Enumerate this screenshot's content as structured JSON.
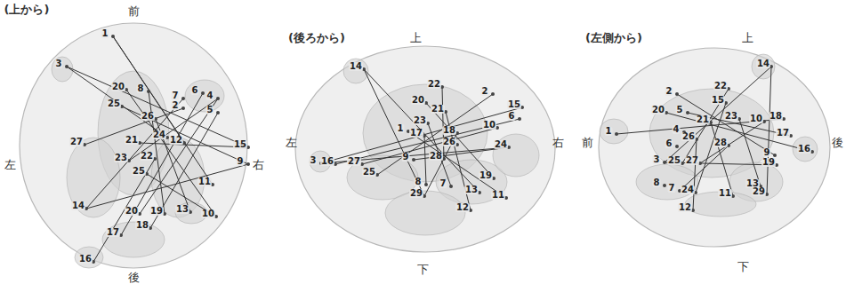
{
  "diagram": {
    "labels": [
      "(上から)",
      "前",
      "左",
      "右",
      "後",
      "1",
      "3",
      "20",
      "8",
      "7",
      "6",
      "4",
      "25",
      "2",
      "26",
      "5",
      "27",
      "21",
      "24",
      "12",
      "15",
      "9",
      "23",
      "22",
      "25",
      "11",
      "14",
      "20",
      "19",
      "13",
      "10",
      "18",
      "17",
      "16",
      "(後ろから)",
      "上",
      "左",
      "右",
      "下",
      "14",
      "22",
      "2",
      "20",
      "15",
      "21",
      "23",
      "6",
      "1",
      "17",
      "18",
      "10",
      "26",
      "24",
      "3",
      "16",
      "27",
      "9",
      "28",
      "25",
      "8",
      "7",
      "19",
      "13",
      "11",
      "29",
      "12",
      "(左側から)",
      "上",
      "前",
      "後",
      "下",
      "14",
      "22",
      "2",
      "15",
      "20",
      "5",
      "21",
      "23",
      "10",
      "18",
      "17",
      "1",
      "4",
      "26",
      "6",
      "28",
      "9",
      "19",
      "16",
      "3",
      "25",
      "27",
      "13",
      "8",
      "7",
      "24",
      "11",
      "29",
      "12"
    ]
  }
}
